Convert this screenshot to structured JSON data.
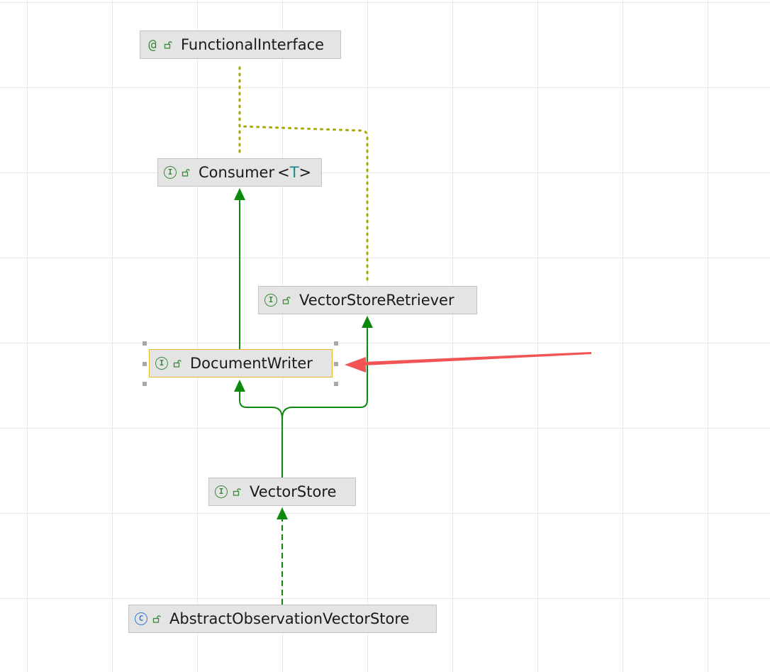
{
  "colors": {
    "inheritance": "#0b8a0b",
    "annotation_link": "#a8a800",
    "callout_arrow": "#f05454",
    "selection": "#e8b923"
  },
  "nodes": {
    "functional_interface": {
      "kind": "@",
      "kind_icon": "annotation-icon",
      "name": "FunctionalInterface"
    },
    "consumer": {
      "kind": "I",
      "kind_icon": "interface-icon",
      "name": "Consumer",
      "type_param_open": "<",
      "type_param": "T",
      "type_param_close": ">"
    },
    "vector_store_retriever": {
      "kind": "I",
      "kind_icon": "interface-icon",
      "name": "VectorStoreRetriever"
    },
    "document_writer": {
      "kind": "I",
      "kind_icon": "interface-icon",
      "name": "DocumentWriter"
    },
    "vector_store": {
      "kind": "I",
      "kind_icon": "interface-icon",
      "name": "VectorStore"
    },
    "abstract_observation_vector_store": {
      "kind": "C",
      "kind_icon": "class-icon",
      "name": "AbstractObservationVectorStore"
    }
  },
  "links": [
    {
      "from": "consumer",
      "to": "functional_interface",
      "style": "dotted"
    },
    {
      "from": "vector_store_retriever",
      "to": "functional_interface",
      "style": "dotted"
    },
    {
      "from": "document_writer",
      "to": "consumer",
      "style": "solid"
    },
    {
      "from": "vector_store",
      "to": "document_writer",
      "style": "solid"
    },
    {
      "from": "vector_store",
      "to": "vector_store_retriever",
      "style": "solid"
    },
    {
      "from": "abstract_observation_vector_store",
      "to": "vector_store",
      "style": "dashed"
    }
  ]
}
